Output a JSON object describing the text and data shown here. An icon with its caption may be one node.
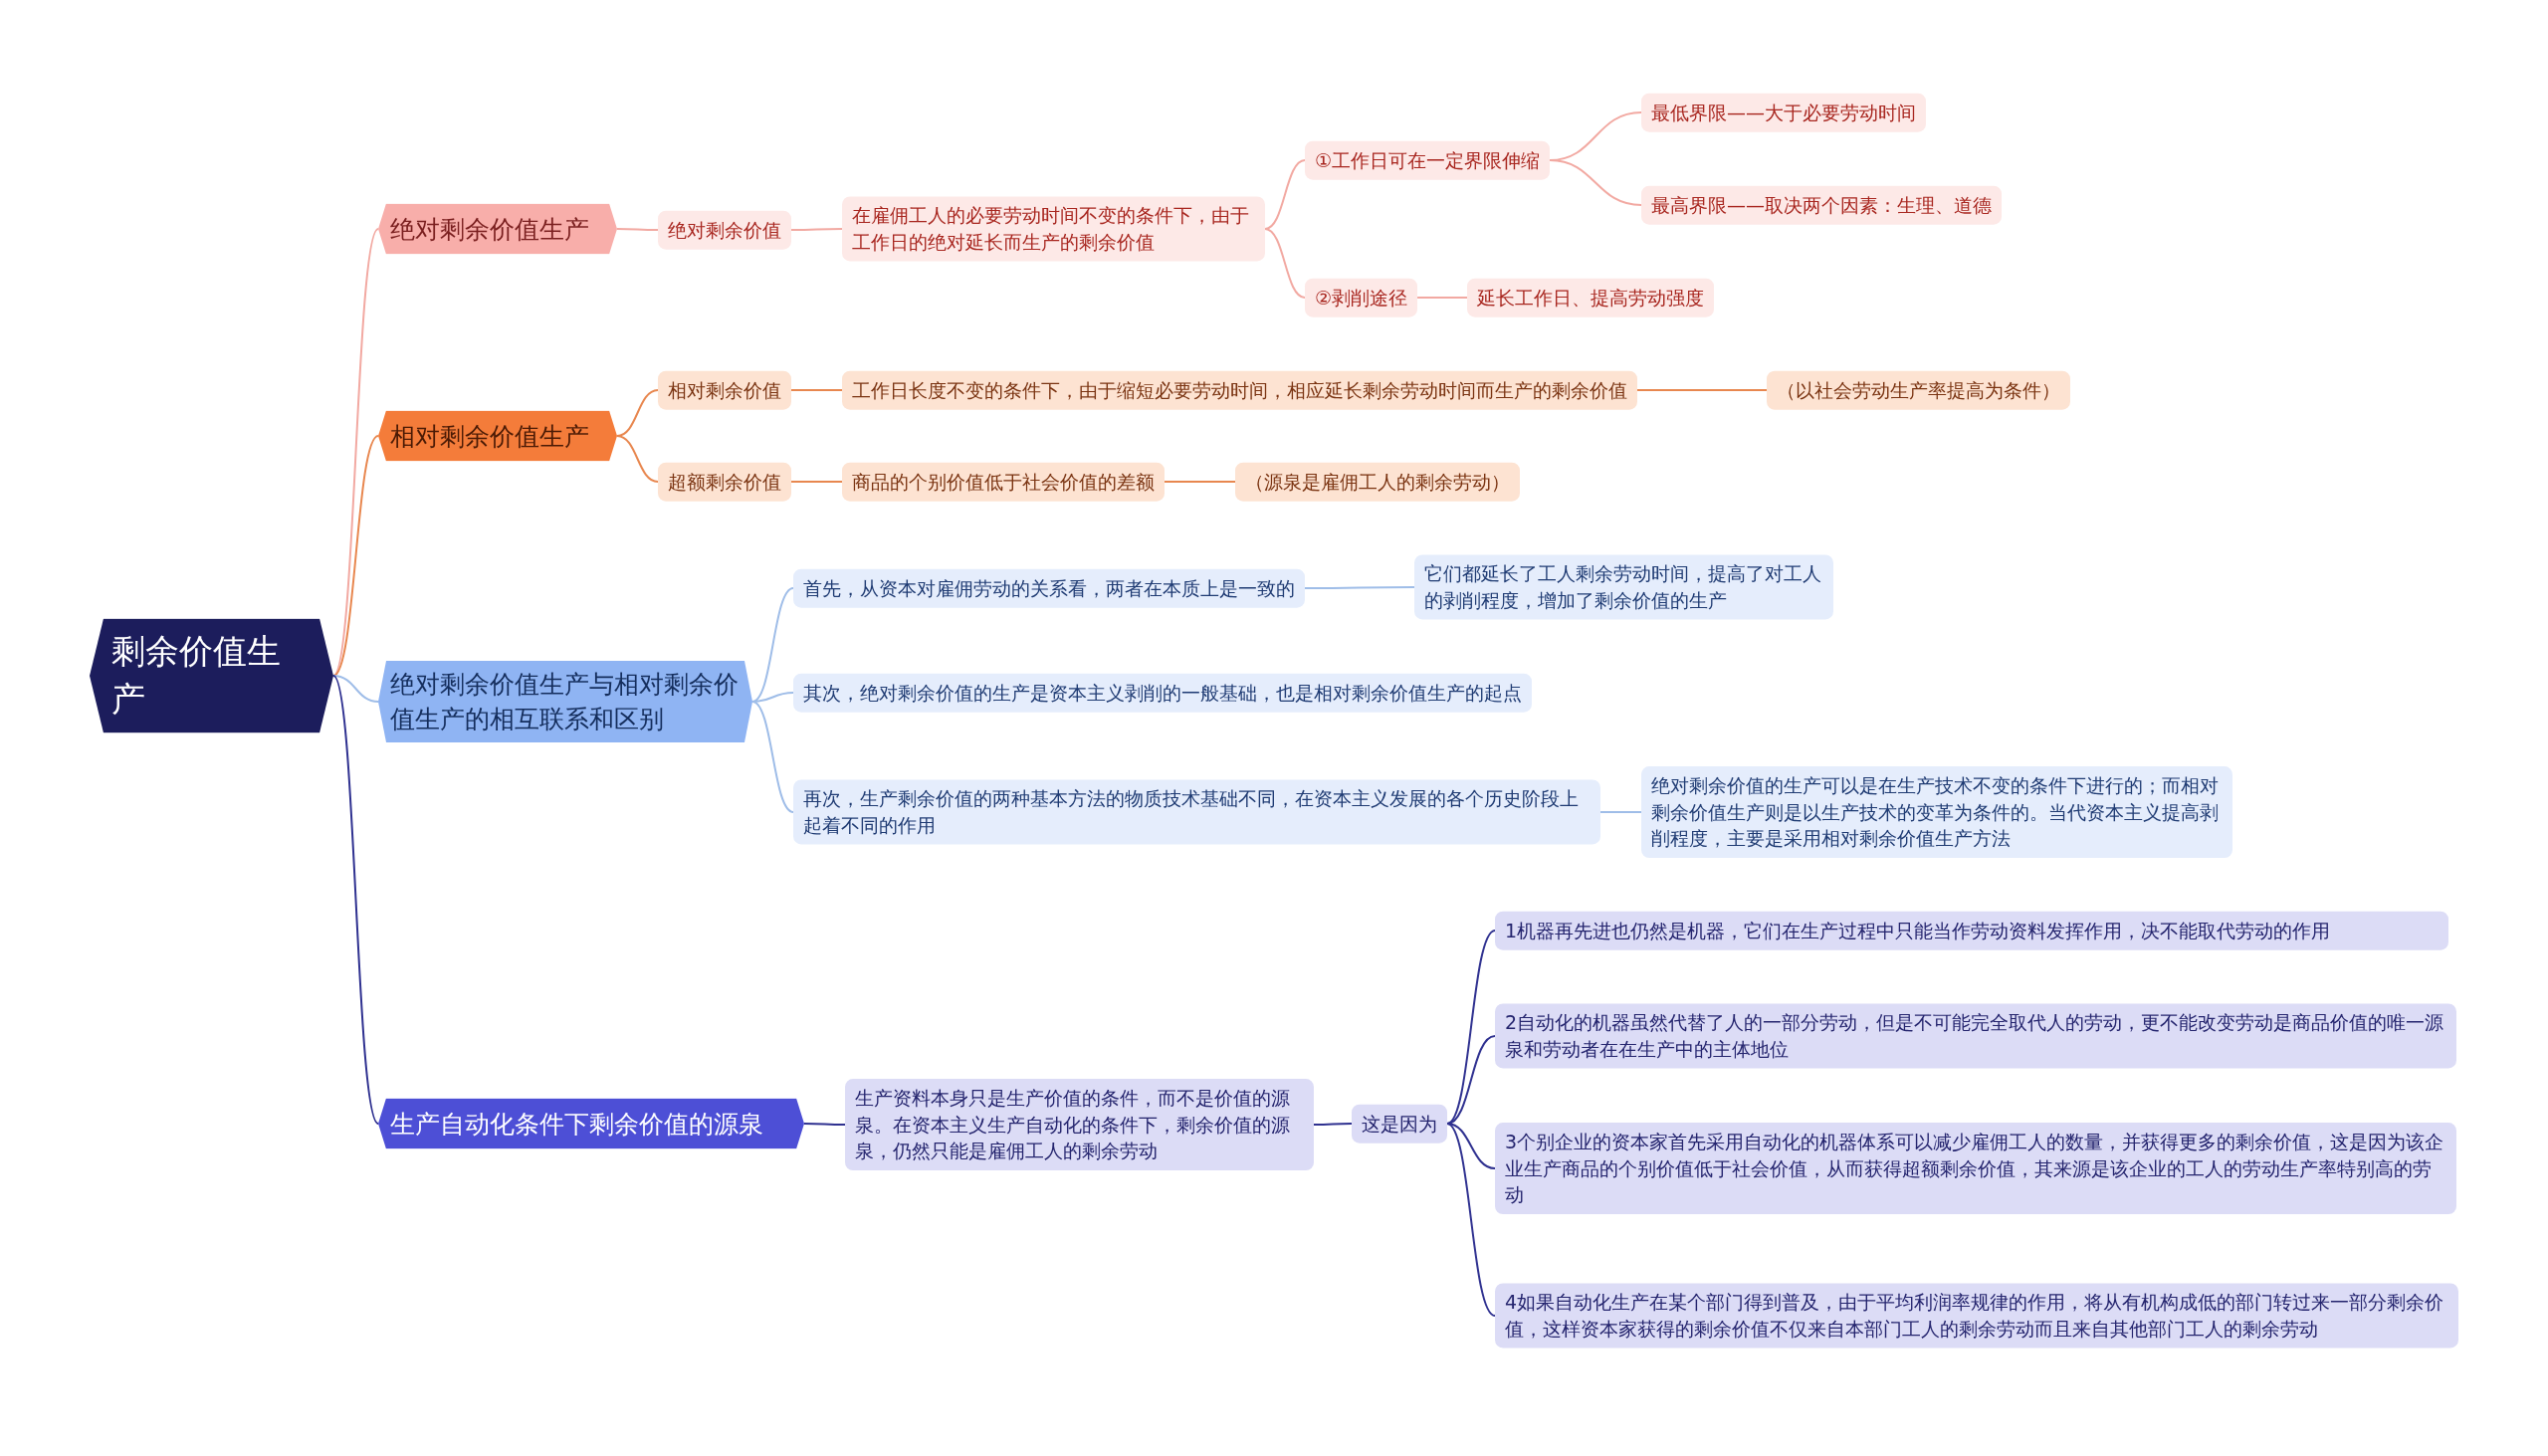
{
  "diagram": {
    "nodes": [
      {
        "text": [
          "剩余价值生产"
        ]
      },
      {
        "text": [
          "绝对剩余价值生产"
        ]
      },
      {
        "text": [
          "绝对剩余价值"
        ]
      },
      {
        "text": [
          "在雇佣工人的必要劳动时间不变的条件下，由于工作日的绝对延长而生产的剩余价值"
        ]
      },
      {
        "text": [
          "①工作日可在一定界限伸缩"
        ]
      },
      {
        "text": [
          "最低界限——大于必要劳动时间"
        ]
      },
      {
        "text": [
          "最高界限——取决两个因素：生理、道德"
        ]
      },
      {
        "text": [
          "②剥削途径"
        ]
      },
      {
        "text": [
          "延长工作日、提高劳动强度"
        ]
      },
      {
        "text": [
          "相对剩余价值生产"
        ]
      },
      {
        "text": [
          "相对剩余价值"
        ]
      },
      {
        "text": [
          "工作日长度不变的条件下，由于缩短必要劳动时间，相应延长剩余劳动时间而生产的剩余价值"
        ]
      },
      {
        "text": [
          "（以社会劳动生产率提高为条件）"
        ]
      },
      {
        "text": [
          "超额剩余价值"
        ]
      },
      {
        "text": [
          "商品的个别价值低于社会价值的差额"
        ]
      },
      {
        "text": [
          "（源泉是雇佣工人的剩余劳动）"
        ]
      },
      {
        "text": [
          "绝对剩余价值生产与相对剩余价值生产的相互联系和区别"
        ]
      },
      {
        "text": [
          "首先，从资本对雇佣劳动的关系看，两者在本质上是一致的"
        ]
      },
      {
        "text": [
          "它们都延长了工人剩余劳动时间，提高了对工人的剥削程度，增加了剩余价值的生产"
        ]
      },
      {
        "text": [
          "其次，绝对剩余价值的生产是资本主义剥削的一般基础，也是相对剩余价值生产的起点"
        ]
      },
      {
        "text": [
          "再次，生产剩余价值的两种基本方法的物质技术基础不同，在资本主义发展的各个历史阶段上起着不同的作用"
        ]
      },
      {
        "text": [
          "绝对剩余价值的生产可以是在生产技术不变的条件下进行的；而相对剩余价值生产则是以生产技术的变革为条件的。当代资本主义提高剥削程度，主要是采用相对剩余价值生产方法"
        ]
      },
      {
        "text": [
          "生产自动化条件下剩余价值的源泉"
        ]
      },
      {
        "text": [
          "生产资料本身只是生产价值的条件，而不是价值的源泉。在资本主义生产自动化的条件下，剩余价值的源泉，仍然只能是雇佣工人的剩余劳动"
        ]
      },
      {
        "text": [
          "这是因为"
        ]
      },
      {
        "text": [
          "1机器再先进也仍然是机器，它们在生产过程中只能当作劳动资料发挥作用，决不能取代劳动的作用"
        ]
      },
      {
        "text": [
          "2自动化的机器虽然代替了人的一部分劳动，但是不可能完全取代人的劳动，更不能改变劳动是商品价值的唯一源泉和劳动者在在生产中的主体地位"
        ]
      },
      {
        "text": [
          "3个别企业的资本家首先采用自动化的机器体系可以减少雇佣工人的数量，并获得更多的剩余价值，这是因为该企业生产商品的个别价值低于社会价值，从而获得超额剩余价值，其来源是该企业的工人的劳动生产率特别高的劳动"
        ]
      },
      {
        "text": [
          "4如果自动化生产在某个部门得到普及，由于平均利润率规律的作用，将从有机构成低的部门转过来一部分剩余价值，这样资本家获得的剩余价值不仅来自本部门工人的剩余劳动而且来自其他部门工人的剩余劳动"
        ]
      }
    ],
    "edges": [
      {
        "from": 0,
        "to": 1,
        "arrow": "none",
        "color": "#f2a9a2"
      },
      {
        "from": 1,
        "to": 2,
        "arrow": "none",
        "color": "#f2a9a2"
      },
      {
        "from": 2,
        "to": 3,
        "arrow": "none",
        "color": "#f2a9a2"
      },
      {
        "from": 3,
        "to": 4,
        "arrow": "none",
        "color": "#f2a9a2"
      },
      {
        "from": 4,
        "to": 5,
        "arrow": "none",
        "color": "#f2a9a2"
      },
      {
        "from": 4,
        "to": 6,
        "arrow": "none",
        "color": "#f2a9a2"
      },
      {
        "from": 3,
        "to": 7,
        "arrow": "none",
        "color": "#f2a9a2"
      },
      {
        "from": 7,
        "to": 8,
        "arrow": "none",
        "color": "#f2a9a2"
      },
      {
        "from": 0,
        "to": 9,
        "arrow": "none",
        "color": "#e8874f"
      },
      {
        "from": 9,
        "to": 10,
        "arrow": "none",
        "color": "#e8874f"
      },
      {
        "from": 10,
        "to": 11,
        "arrow": "none",
        "color": "#e8874f"
      },
      {
        "from": 11,
        "to": 12,
        "arrow": "none",
        "color": "#e8874f"
      },
      {
        "from": 9,
        "to": 13,
        "arrow": "none",
        "color": "#e8874f"
      },
      {
        "from": 13,
        "to": 14,
        "arrow": "none",
        "color": "#e8874f"
      },
      {
        "from": 14,
        "to": 15,
        "arrow": "none",
        "color": "#e8874f"
      },
      {
        "from": 0,
        "to": 16,
        "arrow": "none",
        "color": "#9fbde8"
      },
      {
        "from": 16,
        "to": 17,
        "arrow": "none",
        "color": "#9fbde8"
      },
      {
        "from": 17,
        "to": 18,
        "arrow": "none",
        "color": "#9fbde8"
      },
      {
        "from": 16,
        "to": 19,
        "arrow": "none",
        "color": "#9fbde8"
      },
      {
        "from": 16,
        "to": 20,
        "arrow": "none",
        "color": "#9fbde8"
      },
      {
        "from": 20,
        "to": 21,
        "arrow": "none",
        "color": "#9fbde8"
      },
      {
        "from": 0,
        "to": 22,
        "arrow": "none",
        "color": "#2f3190"
      },
      {
        "from": 22,
        "to": 23,
        "arrow": "none",
        "color": "#2f3190"
      },
      {
        "from": 23,
        "to": 24,
        "arrow": "none",
        "color": "#2f3190"
      },
      {
        "from": 24,
        "to": 25,
        "arrow": "none",
        "color": "#2f3190"
      },
      {
        "from": 24,
        "to": 26,
        "arrow": "none",
        "color": "#2f3190"
      },
      {
        "from": 24,
        "to": 27,
        "arrow": "none",
        "color": "#2f3190"
      },
      {
        "from": 24,
        "to": 28,
        "arrow": "none",
        "color": "#2f3190"
      }
    ]
  }
}
